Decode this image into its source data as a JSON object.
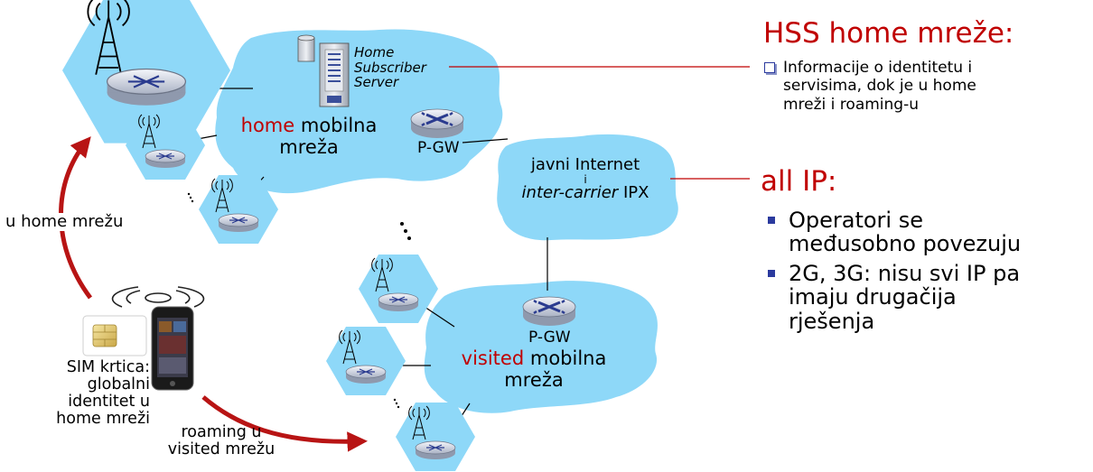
{
  "diagram": {
    "hss_label": [
      "Home",
      "Subscriber",
      "Server"
    ],
    "home_network": {
      "accent": "home",
      "rest": "mobilna",
      "line2": "mreža"
    },
    "pgw_home": "P-GW",
    "internet": {
      "line1": "javni Internet",
      "line2": "i",
      "line3_italic": "inter-carrier",
      "line3_rest": "IPX"
    },
    "visited_network": {
      "accent": "visited",
      "rest": "mobilna",
      "line2": "mreža"
    },
    "pgw_visited": "P-GW",
    "arrow_home": "u home mrežu",
    "sim_caption": [
      "SIM krtica:",
      "globalni",
      "identitet u",
      "home mreži"
    ],
    "arrow_roaming": [
      "roaming u",
      "visited mrežu"
    ]
  },
  "panel": {
    "hss_heading": "HSS home mreže:",
    "hss_bullet": [
      "Informacije o identitetu i",
      "servisima, dok je u home",
      "mreži i roaming-u"
    ],
    "allip_heading": "all IP:",
    "allip_bullets": [
      [
        "Operatori se",
        "međusobno povezuju"
      ],
      [
        "2G, 3G: nisu svi IP pa",
        "imaju drugačija",
        "rješenja"
      ]
    ]
  },
  "colors": {
    "cloud": "#8ed8f8",
    "accent_red": "#c00000",
    "arrow_red": "#b81414",
    "bullet_blue": "#2b3a9e"
  }
}
